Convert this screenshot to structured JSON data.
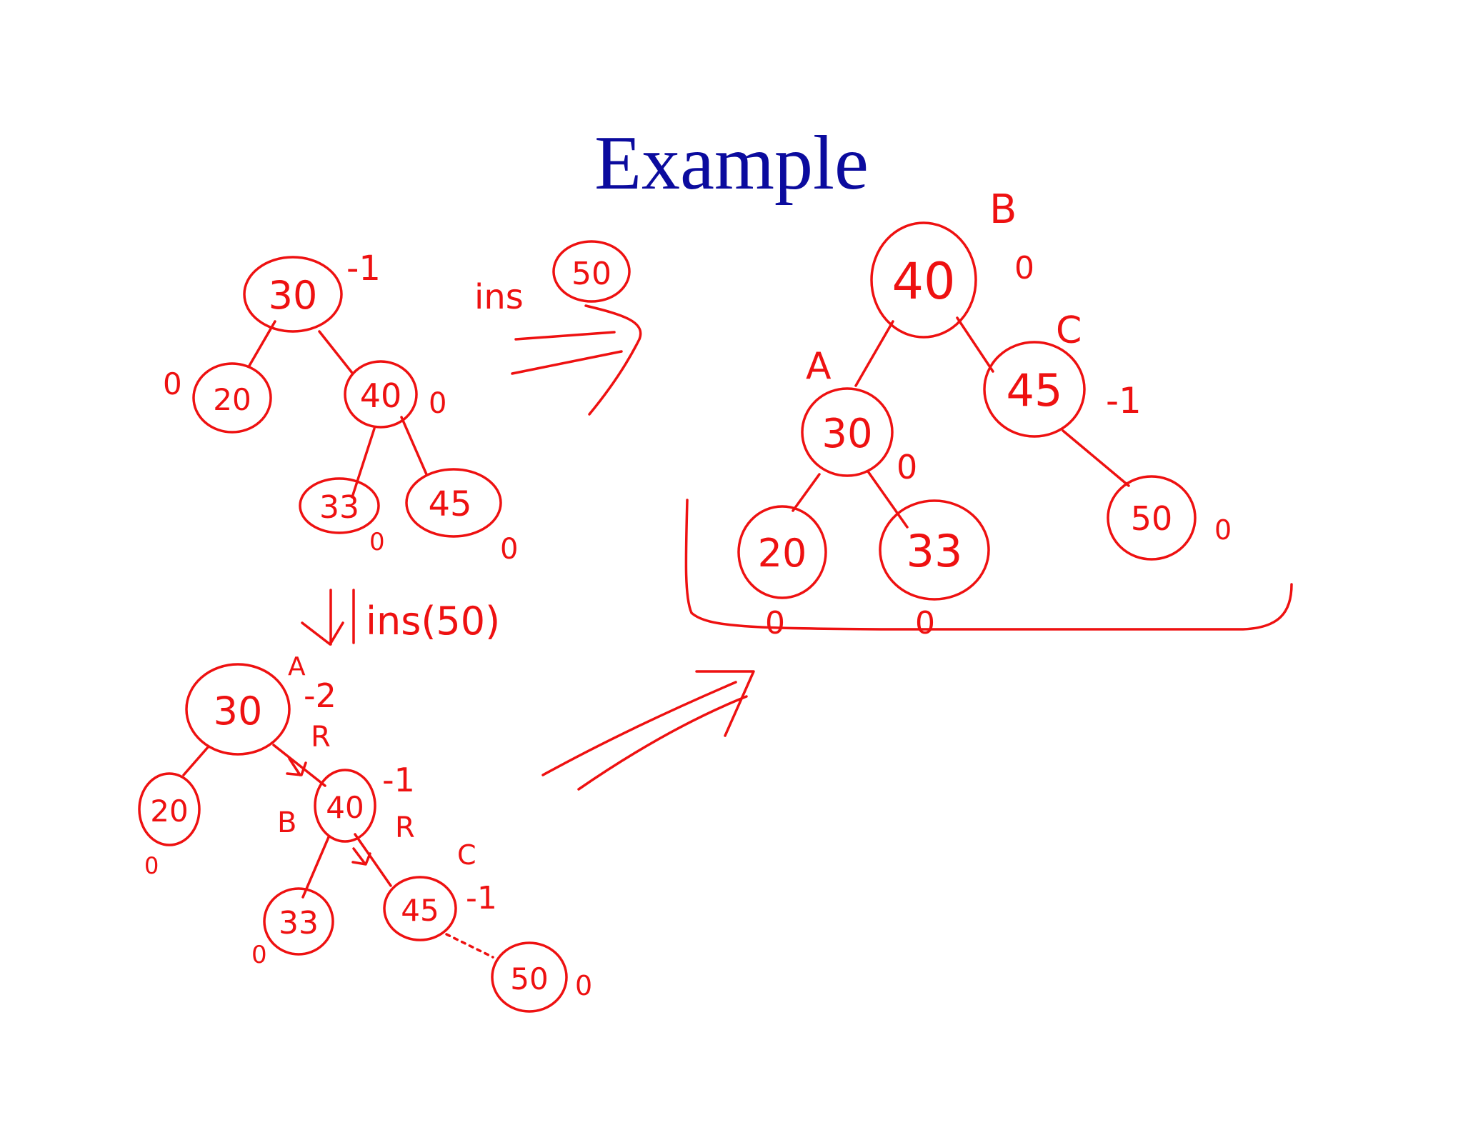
{
  "slide": {
    "title": "Example"
  },
  "colors": {
    "title": "#0b0b9e",
    "ink": "#ee1111",
    "background": "#ffffff"
  },
  "annotations": {
    "insert_note": "ins",
    "insert_value": "50",
    "insert_call": "ins(50)"
  },
  "tree_initial": {
    "nodes": [
      {
        "key": "30",
        "balance": "-1"
      },
      {
        "key": "20",
        "balance": "0"
      },
      {
        "key": "40",
        "balance": "0"
      },
      {
        "key": "33",
        "balance": "0"
      },
      {
        "key": "45",
        "balance": "0"
      }
    ]
  },
  "tree_after_insert": {
    "nodes": [
      {
        "key": "30",
        "balance": "-2",
        "tag": "A",
        "direction": "R"
      },
      {
        "key": "20",
        "balance": "0"
      },
      {
        "key": "40",
        "balance": "-1",
        "tag": "B",
        "direction": "R"
      },
      {
        "key": "33",
        "balance": "0"
      },
      {
        "key": "45",
        "balance": "-1",
        "tag": "C"
      },
      {
        "key": "50",
        "balance": "0"
      }
    ]
  },
  "tree_rebalanced": {
    "nodes": [
      {
        "key": "40",
        "balance": "0",
        "tag": "B"
      },
      {
        "key": "30",
        "balance": "0",
        "tag": "A"
      },
      {
        "key": "45",
        "balance": "-1",
        "tag": "C"
      },
      {
        "key": "20",
        "balance": "0"
      },
      {
        "key": "33",
        "balance": "0"
      },
      {
        "key": "50",
        "balance": "0"
      }
    ]
  }
}
